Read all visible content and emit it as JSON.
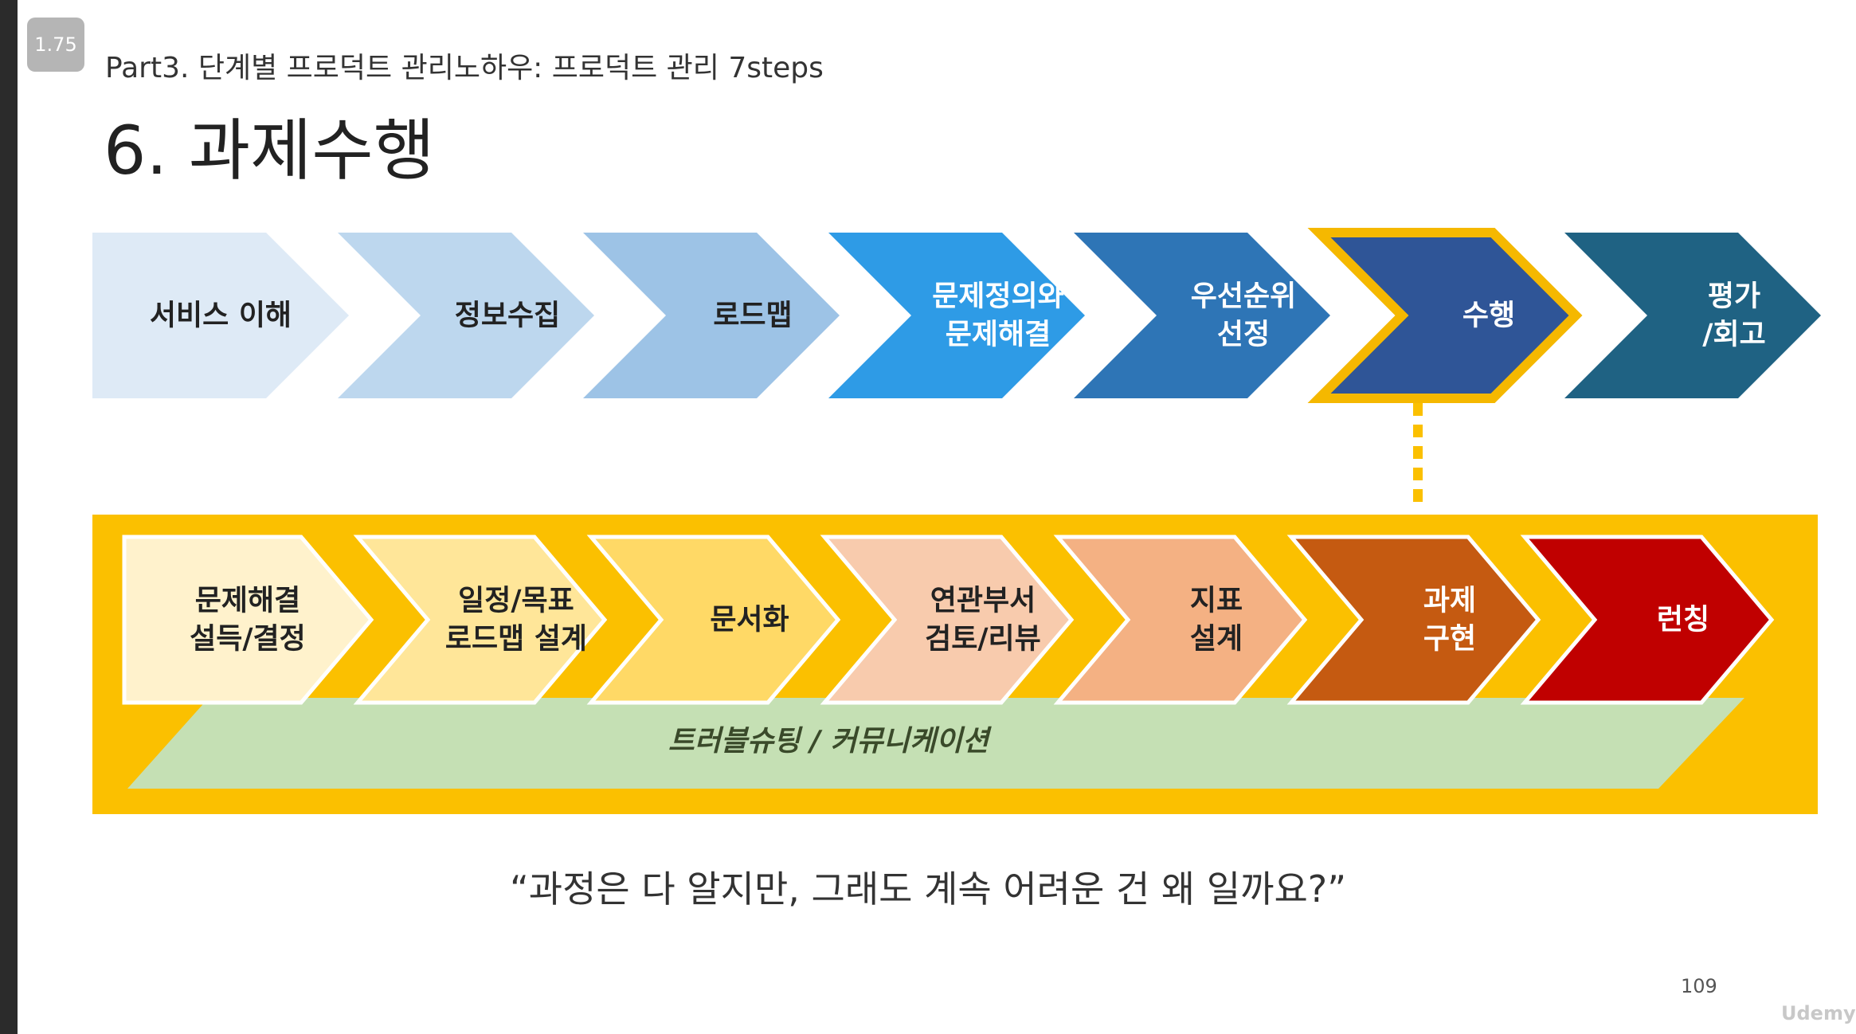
{
  "player": {
    "speed": "1.75"
  },
  "slide": {
    "subtitle": "Part3. 단계별 프로덕트 관리노하우: 프로덕트 관리 7steps",
    "title": "6. 과제수행",
    "quote": "“과정은 다 알지만, 그래도 계속 어려운 건 왜 일까요?”",
    "page_number": "109"
  },
  "top_steps": [
    {
      "lines": [
        "서비스 이해"
      ],
      "fill": "#deeaf6",
      "text_color": "#222222"
    },
    {
      "lines": [
        "정보수집"
      ],
      "fill": "#bdd7ee",
      "text_color": "#222222"
    },
    {
      "lines": [
        "로드맵"
      ],
      "fill": "#9dc3e6",
      "text_color": "#222222"
    },
    {
      "lines": [
        "문제정의와",
        "문제해결"
      ],
      "fill": "#2e9be6",
      "text_color": "#ffffff"
    },
    {
      "lines": [
        "우선순위",
        "선정"
      ],
      "fill": "#2e75b6",
      "text_color": "#ffffff"
    },
    {
      "lines": [
        "수행"
      ],
      "fill": "#2f5597",
      "text_color": "#ffffff",
      "highlighted": true,
      "outline": "#f5b800"
    },
    {
      "lines": [
        "평가",
        "/회고"
      ],
      "fill": "#1f6283",
      "text_color": "#ffffff"
    }
  ],
  "sub_steps": [
    {
      "lines": [
        "문제해결",
        "설득/결정"
      ],
      "fill": "#fff2cc",
      "text_color": "#222222"
    },
    {
      "lines": [
        "일정/목표",
        "로드맵 설계"
      ],
      "fill": "#ffe699",
      "text_color": "#222222"
    },
    {
      "lines": [
        "문서화"
      ],
      "fill": "#ffd966",
      "text_color": "#222222"
    },
    {
      "lines": [
        "연관부서",
        "검토/리뷰"
      ],
      "fill": "#f8cbad",
      "text_color": "#222222"
    },
    {
      "lines": [
        "지표",
        "설계"
      ],
      "fill": "#f4b183",
      "text_color": "#222222"
    },
    {
      "lines": [
        "과제",
        "구현"
      ],
      "fill": "#c55a11",
      "text_color": "#ffffff"
    },
    {
      "lines": [
        "런칭"
      ],
      "fill": "#c00000",
      "text_color": "#ffffff"
    }
  ],
  "band": {
    "label": "트러블슈팅 / 커뮤니케이션",
    "fill": "#c5e0b4"
  },
  "frame": {
    "fill": "#fbc000"
  },
  "brand": {
    "text": "Udemy"
  }
}
